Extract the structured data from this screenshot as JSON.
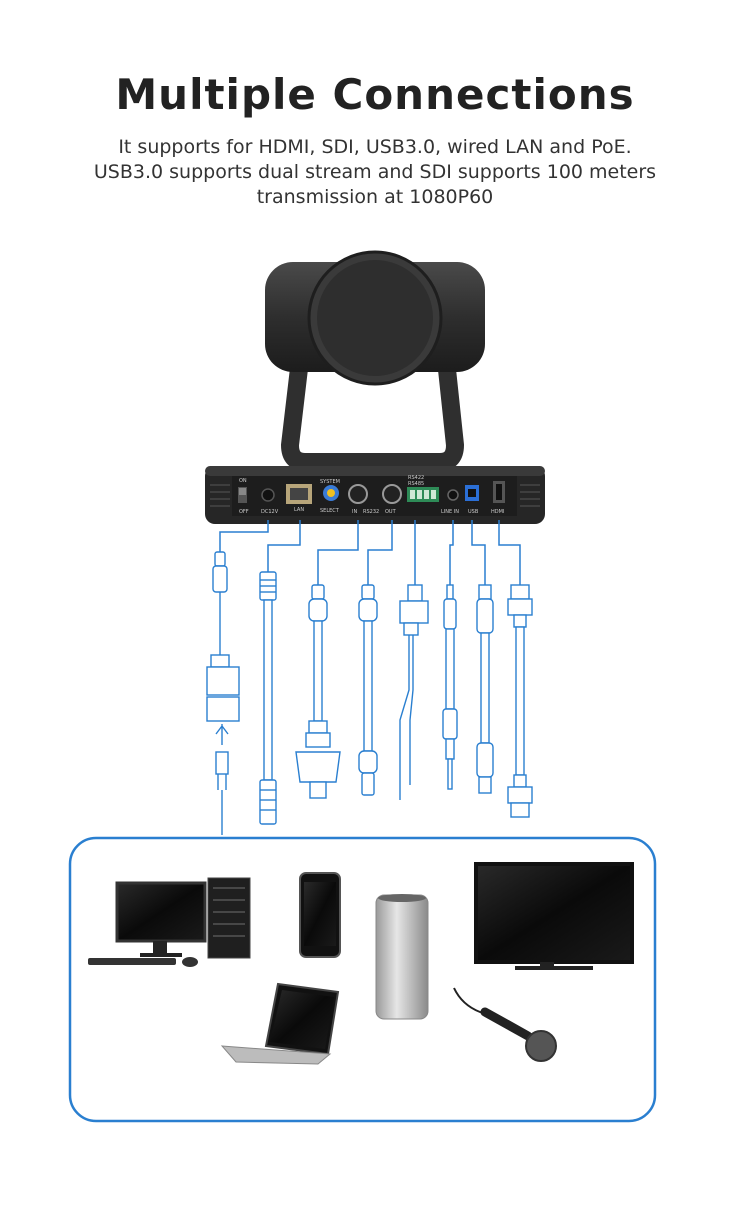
{
  "heading": {
    "title": "Multiple Connections",
    "lines": [
      "It supports for HDMI, SDI, USB3.0, wired LAN and PoE.",
      "USB3.0 supports dual stream and SDI supports 100 meters",
      "transmission at 1080P60"
    ]
  },
  "panel_labels": {
    "on": "ON",
    "off": "OFF",
    "dc12v": "DC12V",
    "lan": "LAN",
    "system": "SYSTEM",
    "select": "SELECT",
    "rs232_in": "IN",
    "rs232": "RS232",
    "rs232_out": "OUT",
    "rs422": "RS422",
    "rs485": "RS485",
    "line_in": "LINE IN",
    "usb": "USB",
    "hdmi": "HDMI"
  },
  "colors": {
    "accent": "#2a7fd0",
    "device": "#2b2b2b"
  },
  "icons": {
    "camera": "ptz-camera-icon",
    "devices": [
      "desktop-pc-icon",
      "smartphone-icon",
      "speaker-icon",
      "monitor-tv-icon",
      "laptop-icon",
      "microphone-icon"
    ]
  }
}
